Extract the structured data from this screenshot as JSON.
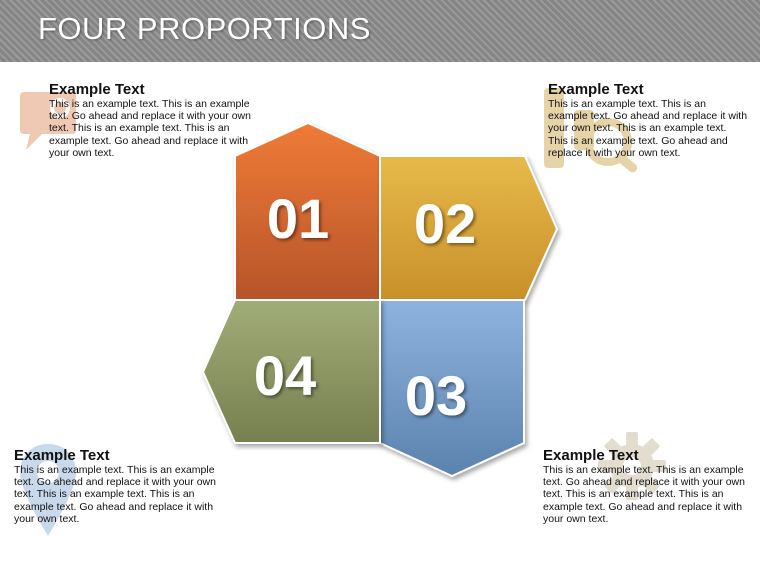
{
  "title": "FOUR PROPORTIONS",
  "colors": {
    "orange": "#d9632b",
    "gold": "#d6a636",
    "blue": "#6f9ac7",
    "olive": "#8c9864",
    "icon_tan": "#e6d3a8",
    "icon_peach": "#efc9b4",
    "icon_lightblue": "#c9d9ec"
  },
  "segments": [
    {
      "number": "01"
    },
    {
      "number": "02"
    },
    {
      "number": "03"
    },
    {
      "number": "04"
    }
  ],
  "blocks": [
    {
      "heading": "Example Text",
      "body": "This is an example text. This is an example text. Go ahead and replace it with your own text. This is an example text. This is an example text. Go ahead and replace it with your own text."
    },
    {
      "heading": "Example Text",
      "body": "This is an example text. This is an example text. Go ahead and replace it with your own text. This is an example text. This is an example text. Go ahead and replace it with your own text."
    },
    {
      "heading": "Example Text",
      "body": "This is an example text. This is an example text. Go ahead and replace it with your own text. This is an example text. This is an example text. Go ahead and replace it with your own text."
    },
    {
      "heading": "Example Text",
      "body": "This is an example text. This is an example text. Go ahead and replace it with your own text. This is an example text. This is an example text. Go ahead and replace it with your own text."
    }
  ],
  "icons": [
    "chat-bubble-icon",
    "magnifier-icon",
    "gear-icon",
    "location-pin-icon"
  ]
}
